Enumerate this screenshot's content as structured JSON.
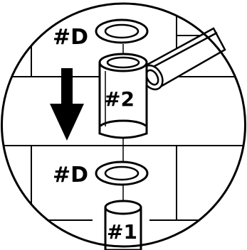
{
  "labels": {
    "gasket_top": "#D",
    "fitting": "#2",
    "gasket_bottom": "#D",
    "pipe": "#1"
  },
  "colors": {
    "ink": "#000000",
    "paper": "#ffffff"
  },
  "icons": {
    "direction": "arrow-down-icon"
  }
}
